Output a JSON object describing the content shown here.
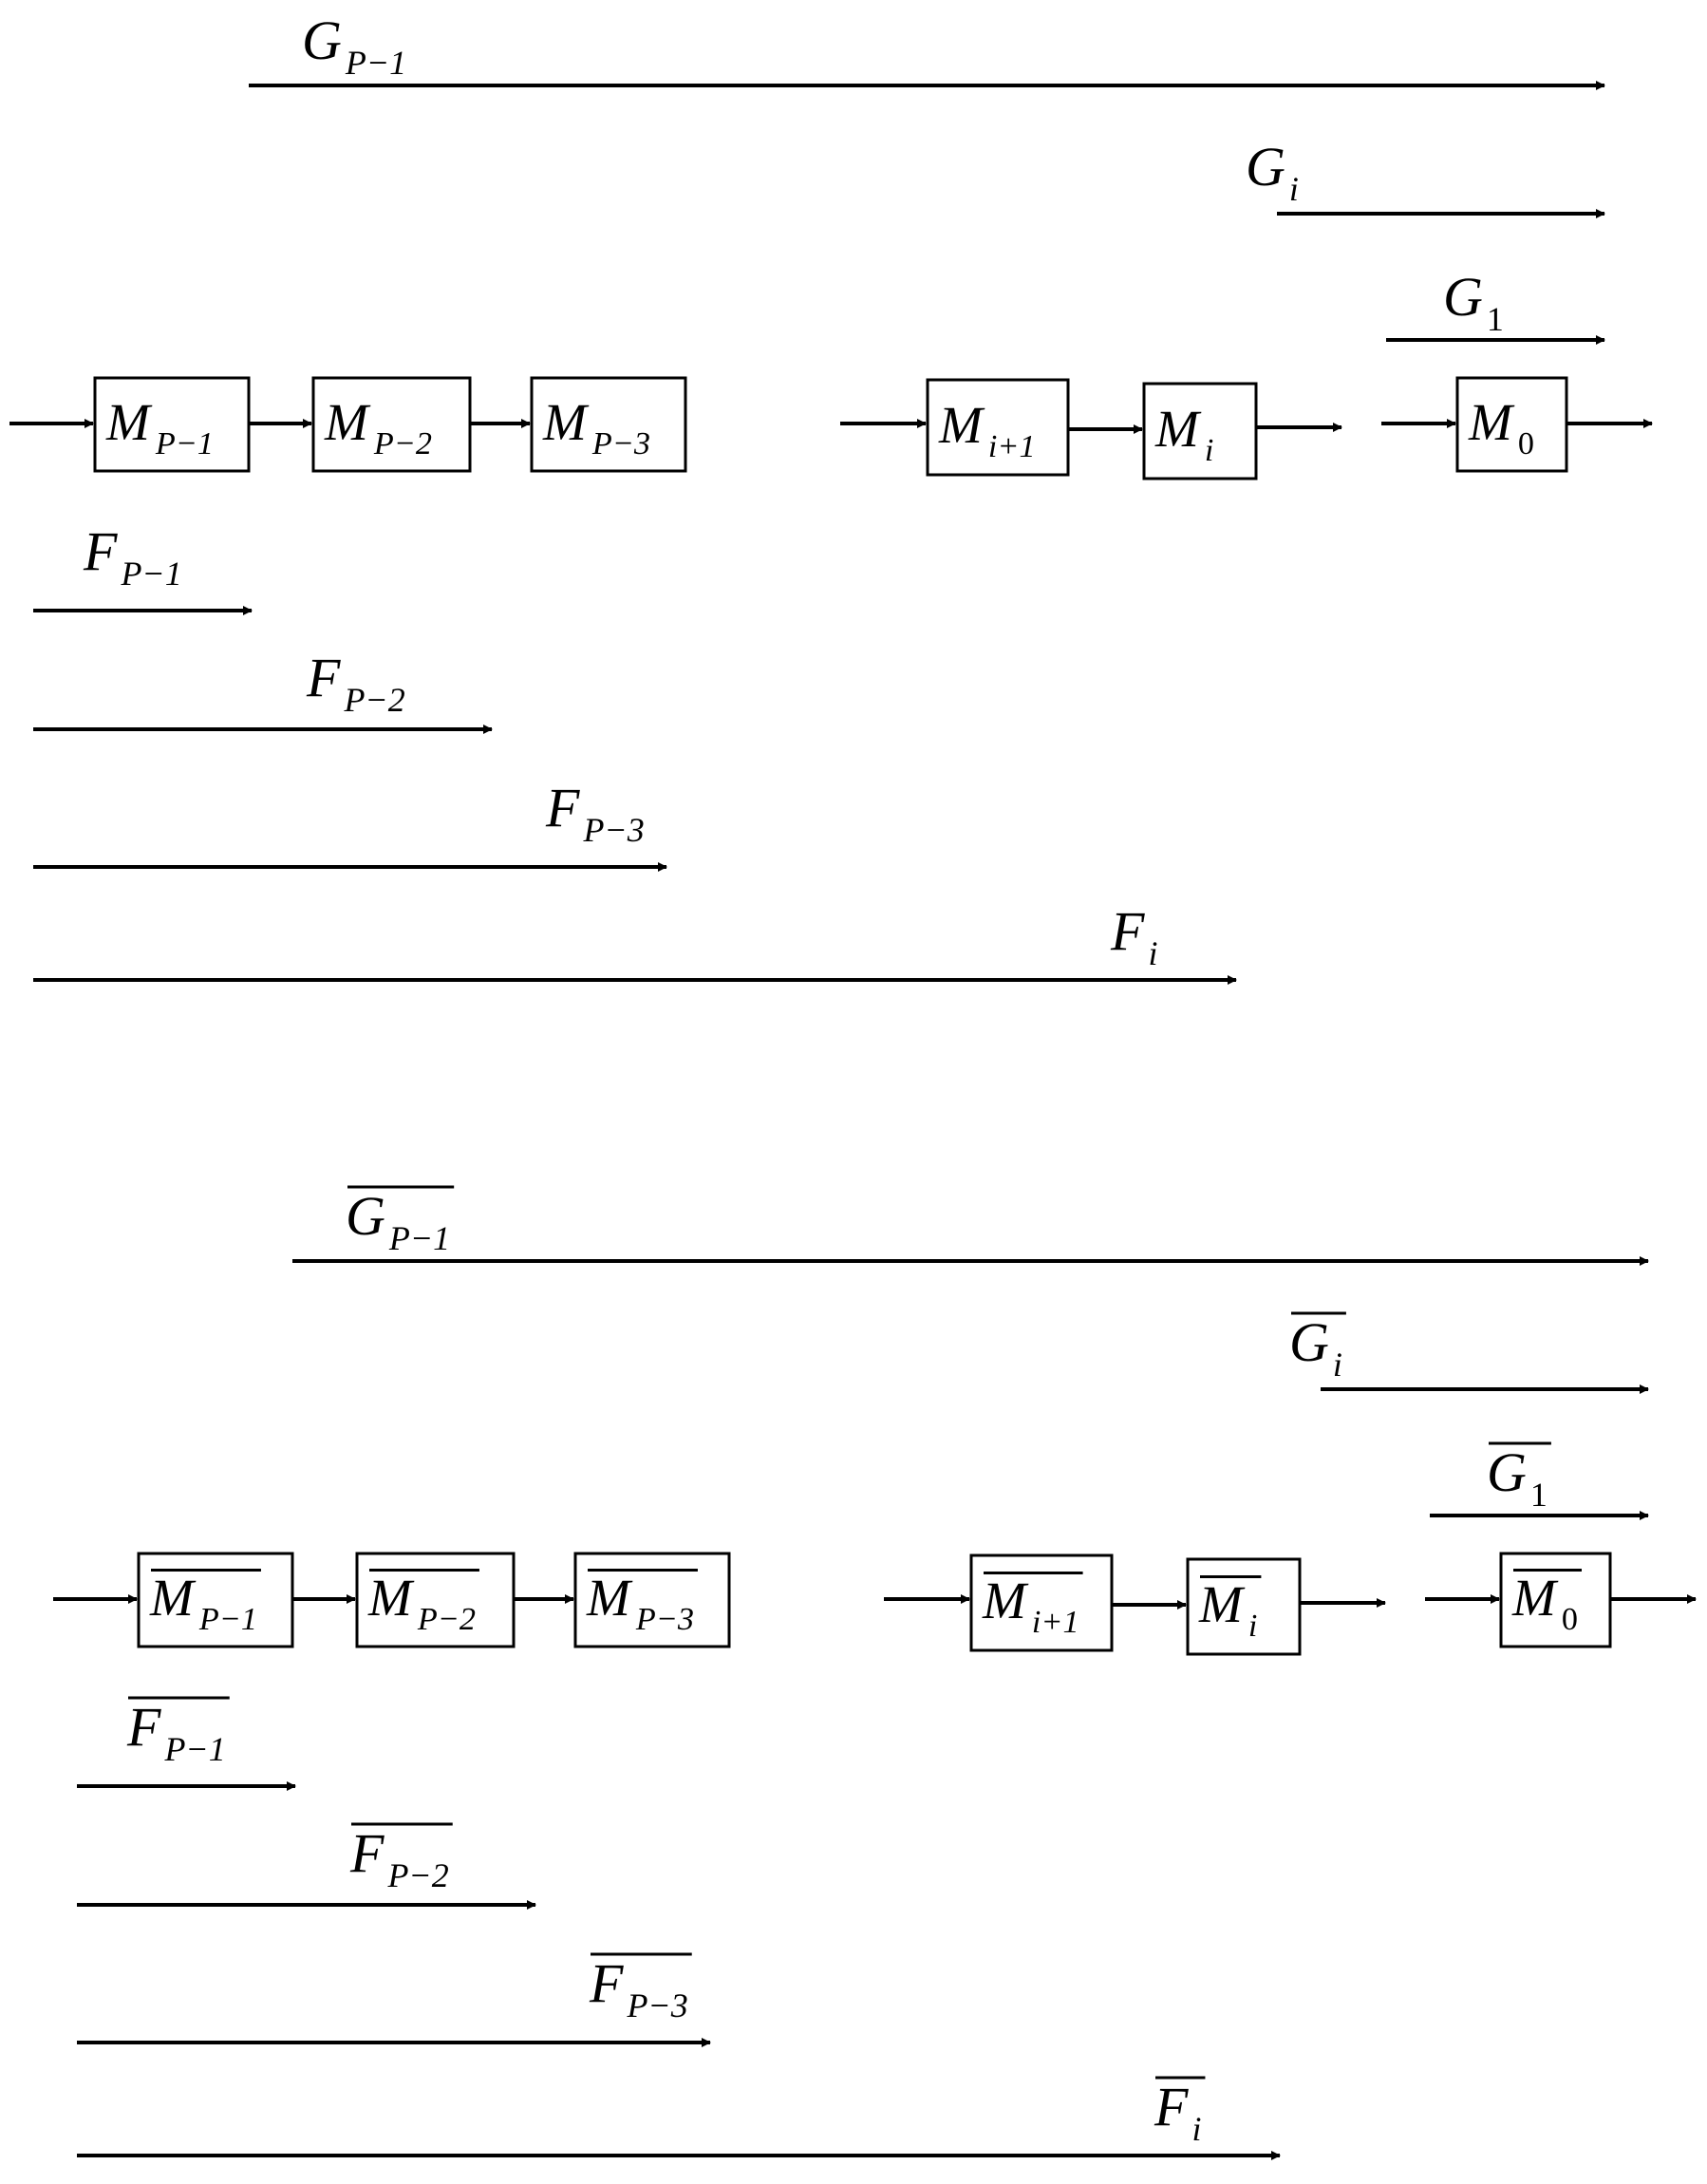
{
  "colors": {
    "ink": "#000000",
    "background": "#ffffff"
  },
  "top_diagram": {
    "g_labels": [
      {
        "main": "G",
        "sub": "P−1"
      },
      {
        "main": "G",
        "sub": "i"
      },
      {
        "main": "G",
        "sub": "1"
      }
    ],
    "blocks": [
      {
        "main": "M",
        "sub": "P−1"
      },
      {
        "main": "M",
        "sub": "P−2"
      },
      {
        "main": "M",
        "sub": "P−3"
      },
      {
        "main": "M",
        "sub": "i+1"
      },
      {
        "main": "M",
        "sub": "i"
      },
      {
        "main": "M",
        "sub": "0"
      }
    ],
    "f_labels": [
      {
        "main": "F",
        "sub": "P−1"
      },
      {
        "main": "F",
        "sub": "P−2"
      },
      {
        "main": "F",
        "sub": "P−3"
      },
      {
        "main": "F",
        "sub": "i"
      }
    ]
  },
  "bottom_diagram": {
    "complemented": true,
    "g_labels": [
      {
        "main": "G",
        "sub": "P−1"
      },
      {
        "main": "G",
        "sub": "i"
      },
      {
        "main": "G",
        "sub": "1"
      }
    ],
    "blocks": [
      {
        "main": "M",
        "sub": "P−1"
      },
      {
        "main": "M",
        "sub": "P−2"
      },
      {
        "main": "M",
        "sub": "P−3"
      },
      {
        "main": "M",
        "sub": "i+1"
      },
      {
        "main": "M",
        "sub": "i"
      },
      {
        "main": "M",
        "sub": "0"
      }
    ],
    "f_labels": [
      {
        "main": "F",
        "sub": "P−1"
      },
      {
        "main": "F",
        "sub": "P−2"
      },
      {
        "main": "F",
        "sub": "P−3"
      },
      {
        "main": "F",
        "sub": "i"
      }
    ]
  }
}
